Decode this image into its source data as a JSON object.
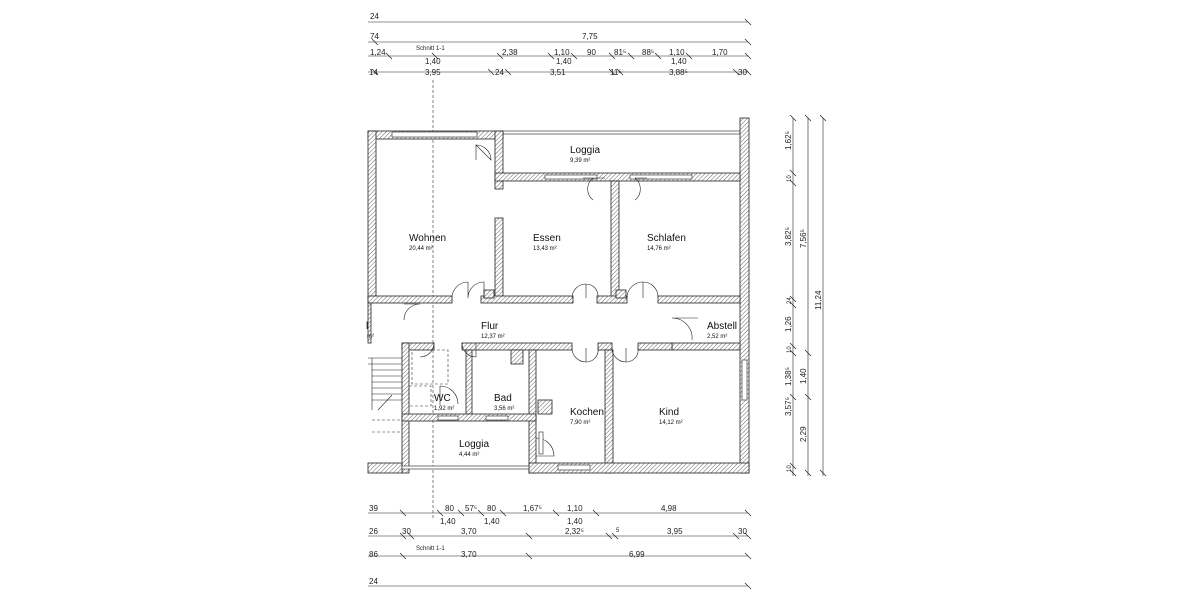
{
  "rooms": {
    "loggia_top": {
      "name": "Loggia",
      "area": "9,39 m²"
    },
    "wohnen": {
      "name": "Wohnen",
      "area": "20,44 m²"
    },
    "essen": {
      "name": "Essen",
      "area": "13,43 m²"
    },
    "schlafen": {
      "name": "Schlafen",
      "area": "14,76 m²"
    },
    "flur": {
      "name": "Flur",
      "area": "12,37 m²"
    },
    "abstell": {
      "name": "Abstell",
      "area": "2,52 m²"
    },
    "wc": {
      "name": "WC",
      "area": "1,92 m²"
    },
    "bad": {
      "name": "Bad",
      "area": "3,56 m²"
    },
    "kochen": {
      "name": "Kochen",
      "area": "7,90 m²"
    },
    "kind": {
      "name": "Kind",
      "area": "14,12 m²"
    },
    "loggia_bottom": {
      "name": "Loggia",
      "area": "4,44 m²"
    },
    "stair_fragment": {
      "name": "l",
      "area": "m²"
    }
  },
  "section_label": "Schnitt 1-1",
  "dimensions": {
    "top1": "24",
    "top2": [
      "74",
      "7,75"
    ],
    "top3": [
      "1,24",
      "2,38",
      "1,10",
      "90",
      "81⁵",
      "88⁵",
      "1,10",
      "1,70"
    ],
    "top3_sub": [
      "1,40",
      "1,40"
    ],
    "top4": [
      "14",
      "3,95",
      "24",
      "3,51",
      "11⁵",
      "3,88⁵",
      "30"
    ],
    "right1": [
      "1,62⁵",
      "3,82⁵",
      "1,26",
      "1,38⁵",
      "3,57⁵"
    ],
    "right1_small": [
      "10",
      "24",
      "10",
      "10"
    ],
    "right2": [
      "7,56⁵",
      "1,40",
      "2,29"
    ],
    "right3": "11,24",
    "bot1": [
      "39",
      "80",
      "57⁵",
      "80",
      "1,67⁵",
      "1,10",
      "4,98"
    ],
    "bot1_sub": [
      "1,40",
      "1,40",
      "1,40"
    ],
    "bot2": [
      "26",
      "30",
      "3,70",
      "2,32⁵",
      "5",
      "3,95",
      "30"
    ],
    "bot3": [
      "86",
      "3,70",
      "6,99"
    ],
    "bot4": "24"
  }
}
